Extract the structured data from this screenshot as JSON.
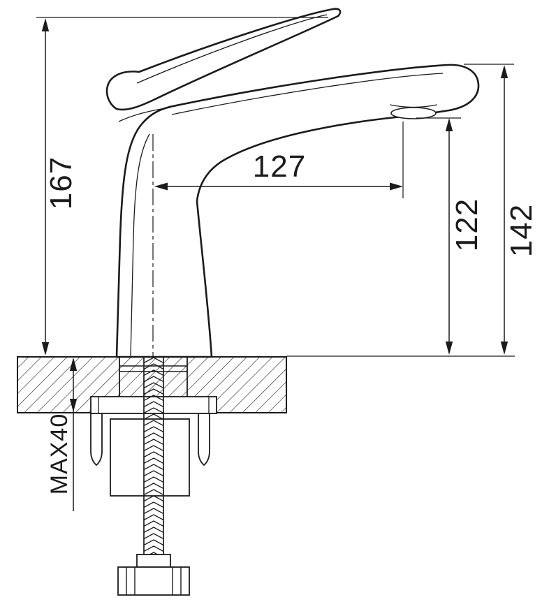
{
  "colors": {
    "ink": "#1b1b1b",
    "background": "#ffffff"
  },
  "dimensions": {
    "total_height": {
      "label": "167"
    },
    "spout_reach": {
      "label": "127"
    },
    "spout_outlet_height": {
      "label": "122"
    },
    "overall_height": {
      "label": "142"
    },
    "max_deck_thickness": {
      "label": "MAX40"
    }
  }
}
